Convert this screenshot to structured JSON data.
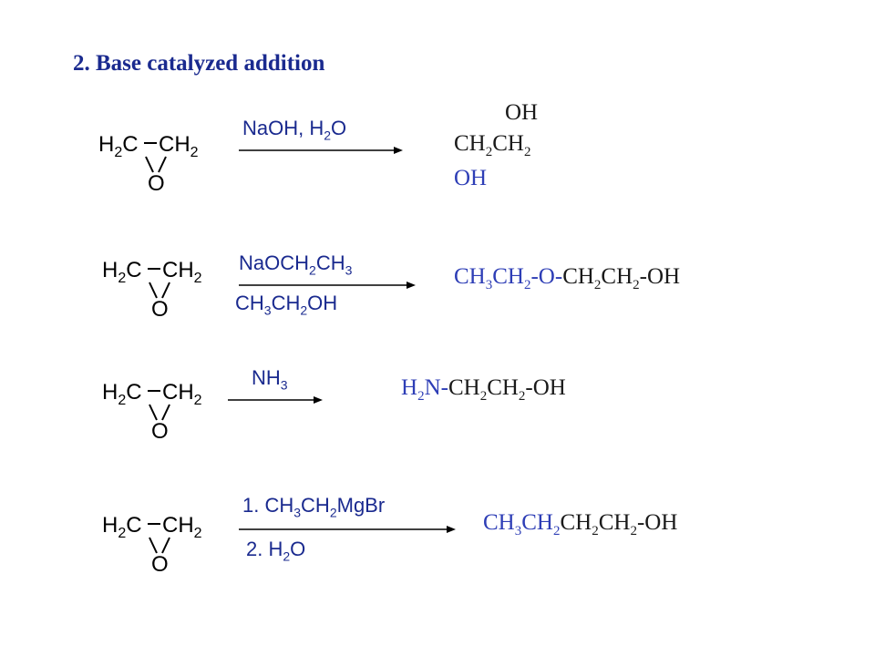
{
  "heading": "2.  Base catalyzed addition",
  "epoxide": {
    "left_group": "H",
    "left_sub": "2",
    "left_atom": "C",
    "right_atom": "CH",
    "right_sub": "2",
    "oxygen": "O"
  },
  "reactions": [
    {
      "reagent_above": [
        "NaOH, H",
        "2",
        "O"
      ],
      "reagent_below": null,
      "product_lines": [
        [
          "OH"
        ],
        [
          "CH",
          "2",
          "CH",
          "2"
        ],
        [
          "OH"
        ]
      ]
    },
    {
      "reagent_above": [
        "NaOCH",
        "2",
        "CH",
        "3"
      ],
      "reagent_below": [
        "CH",
        "3",
        "CH",
        "2",
        "OH"
      ],
      "product": [
        "CH",
        "3",
        "CH",
        "2",
        "-O-",
        "CH",
        "2",
        "CH",
        "2",
        "-OH"
      ]
    },
    {
      "reagent_above": [
        "NH",
        "3"
      ],
      "reagent_below": null,
      "product": [
        "H",
        "2",
        "N-",
        "CH",
        "2",
        "CH",
        "2",
        "-OH"
      ]
    },
    {
      "reagent_above": [
        "1. CH",
        "3",
        "CH",
        "2",
        "MgBr"
      ],
      "reagent_below": [
        "2. H",
        "2",
        "O"
      ],
      "product": [
        "CH",
        "3",
        "CH",
        "2",
        "CH",
        "2",
        "CH",
        "2",
        "-OH"
      ]
    }
  ],
  "colors": {
    "heading": "#1a2a8f",
    "product": "#2e3eb6",
    "reagent": "#1a2a8f"
  }
}
